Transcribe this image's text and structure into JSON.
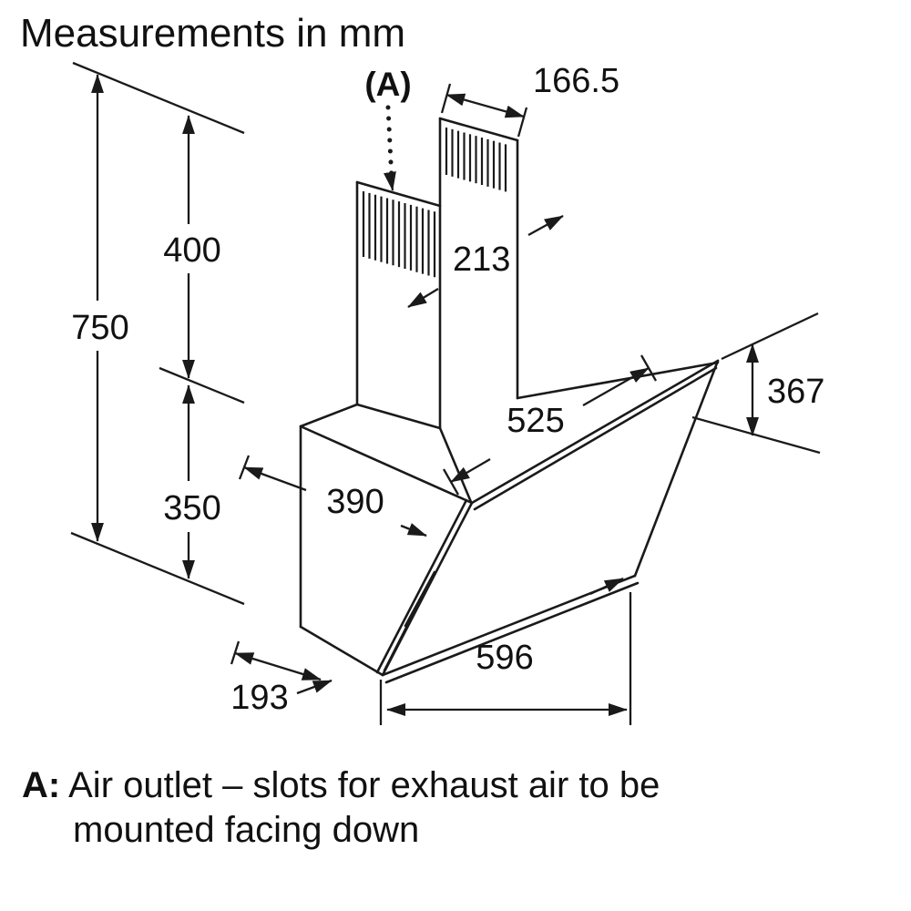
{
  "title": "Measurements in mm",
  "callout_label": "(A)",
  "dimensions": {
    "total_height": "750",
    "chimney_height": "400",
    "body_height": "350",
    "duct_top_width": "166.5",
    "duct_depth": "213",
    "top_length": "525",
    "panel_height": "367",
    "body_depth": "390",
    "hood_width": "596",
    "bottom_offset": "193"
  },
  "footnote": {
    "prefix": "A:",
    "line1": " Air outlet – slots for exhaust air to be",
    "line2": "mounted facing down"
  },
  "colors": {
    "line": "#1a1a1a",
    "background": "#ffffff"
  }
}
